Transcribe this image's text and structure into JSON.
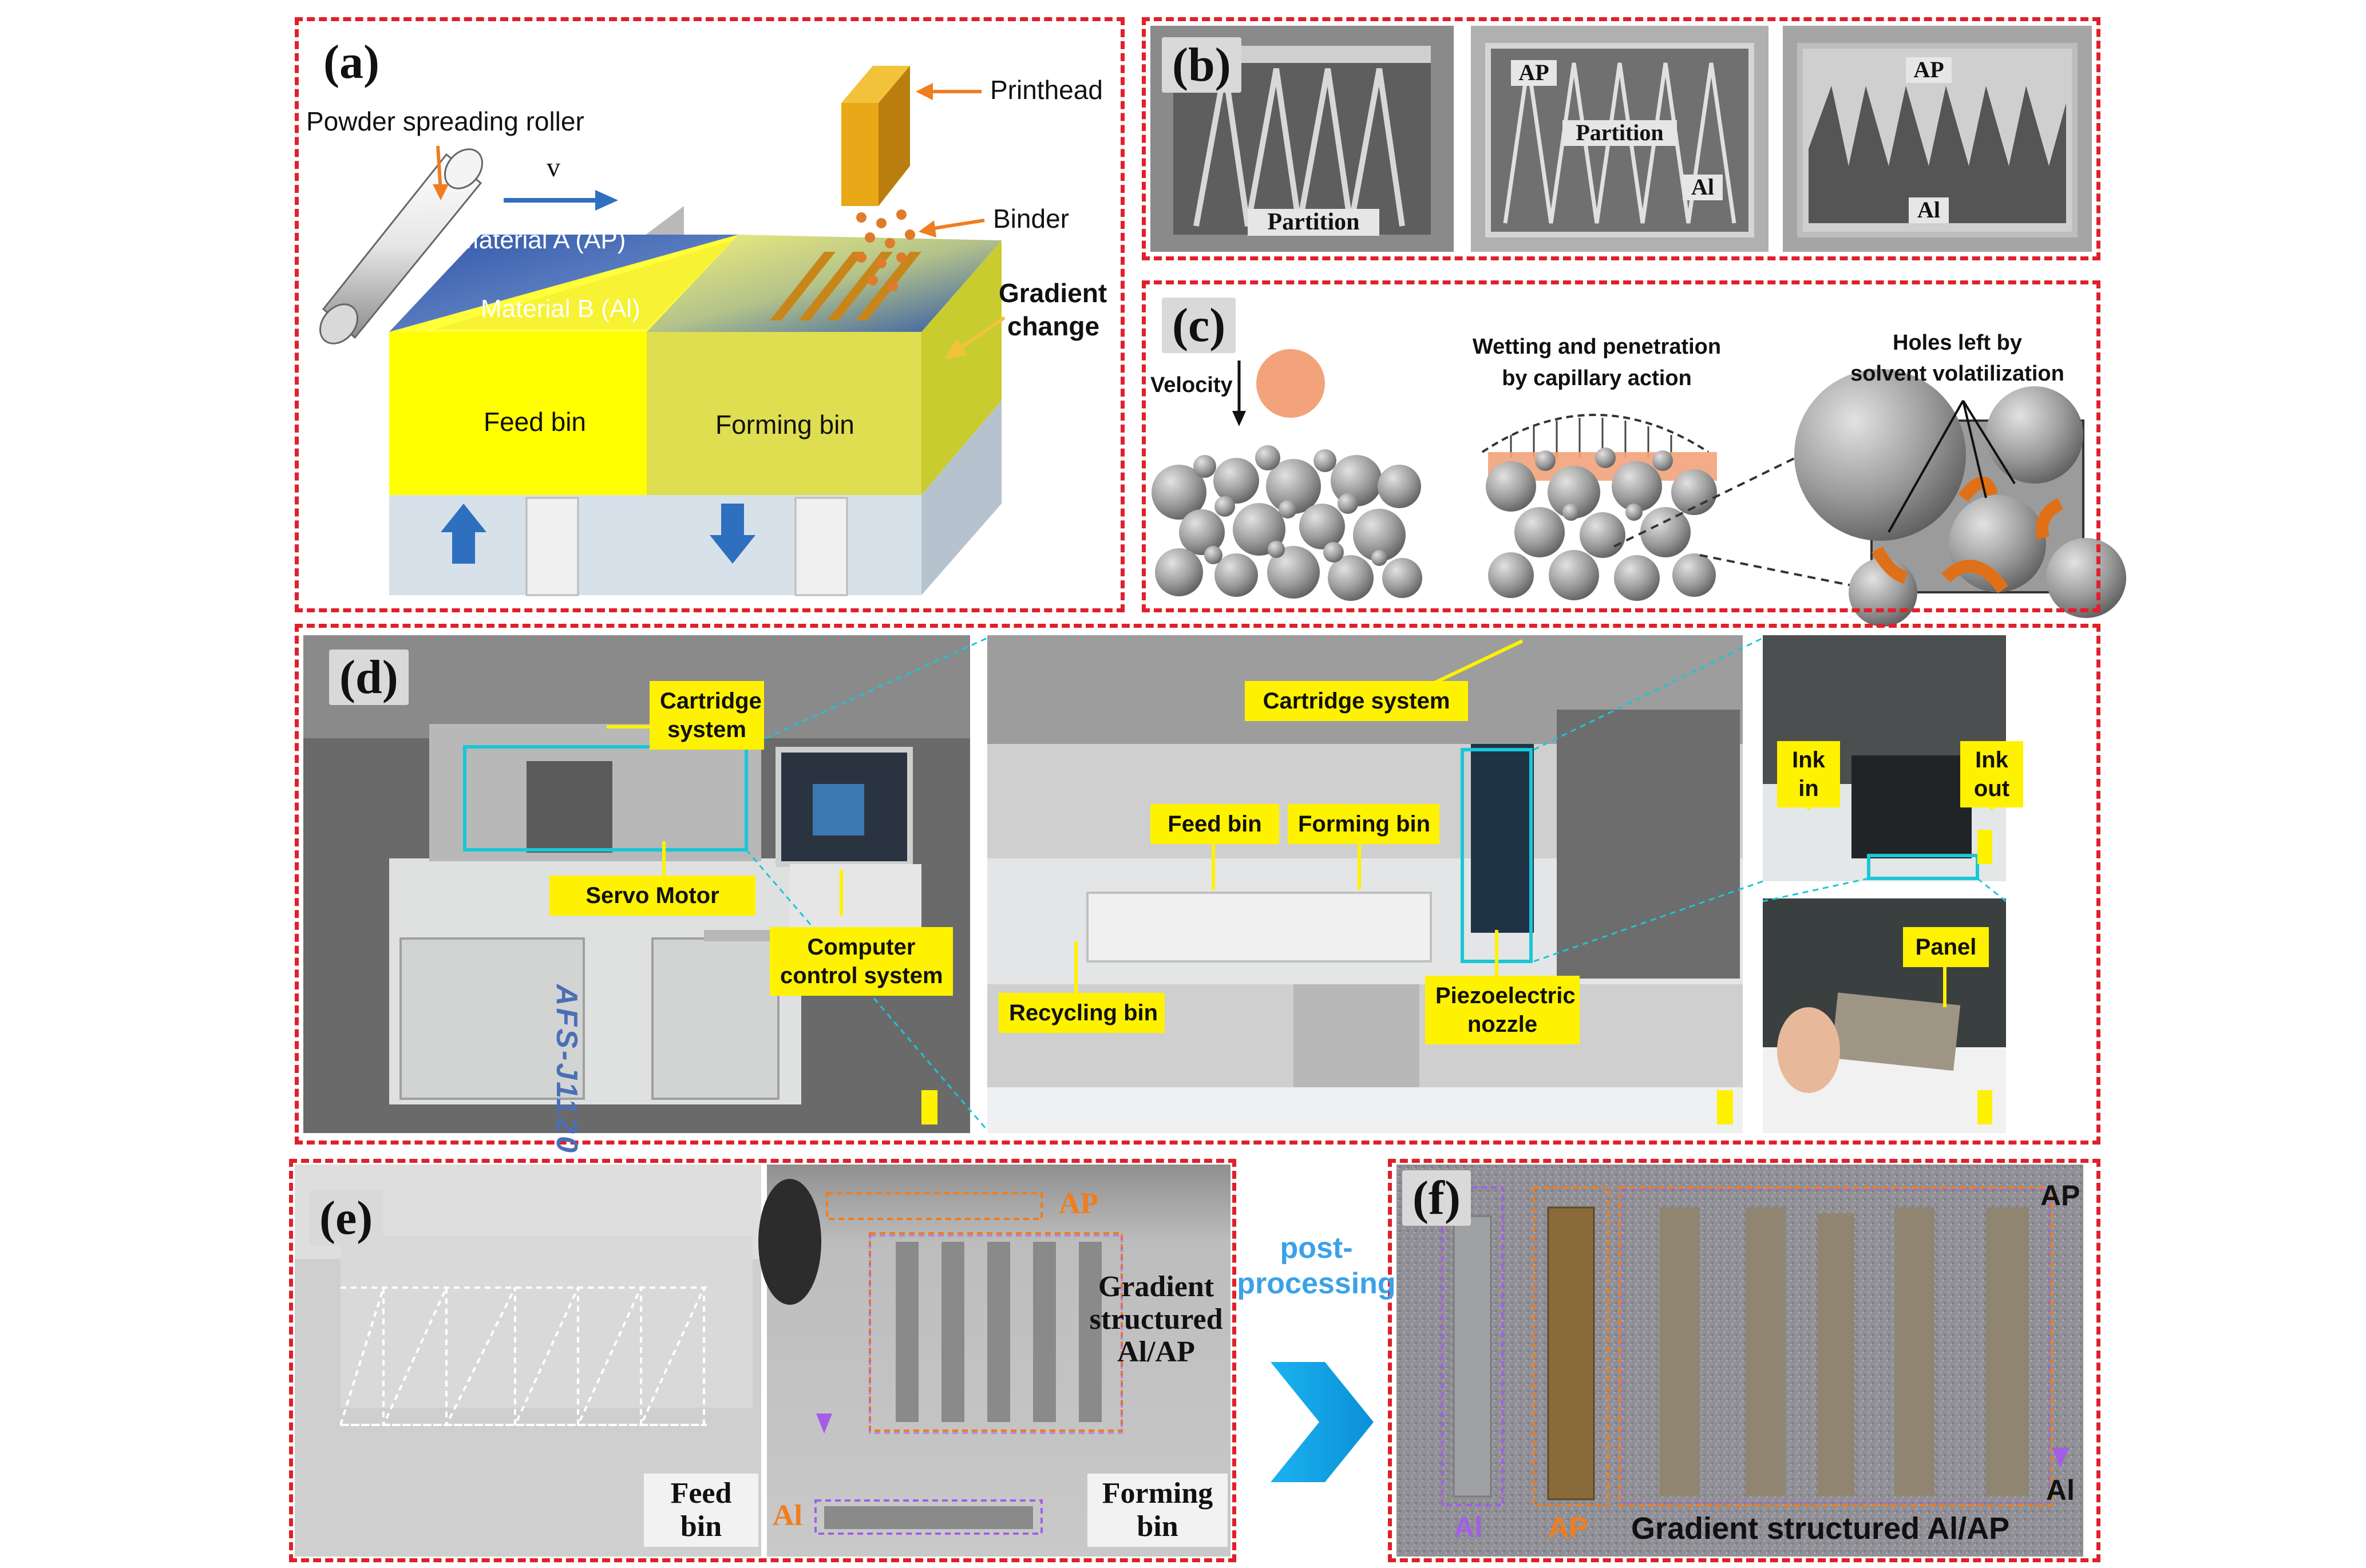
{
  "colors": {
    "panel_border": "#e0202a",
    "label_yellow": "#fff200",
    "ap_orange": "#f07d1e",
    "al_purple": "#a45ee5",
    "arrow_blue": "#1aa7ec",
    "callout_cyan": "#19c7d6"
  },
  "panel_a": {
    "label": "(a)",
    "roller": "Powder spreading roller",
    "velocity": "v",
    "printhead": "Printhead",
    "binder": "Binder",
    "material_a": "Material A (AP)",
    "material_b": "Material B (Al)",
    "gradient_line1": "Gradient",
    "gradient_line2": "change",
    "feed_bin": "Feed bin",
    "forming_bin": "Forming bin"
  },
  "panel_b": {
    "label": "(b)",
    "partition_1": "Partition",
    "ap_1": "AP",
    "partition_2": "Partition",
    "al_1": "Al",
    "ap_2": "AP",
    "al_2": "Al"
  },
  "panel_c": {
    "label": "(c)",
    "velocity": "Velocity",
    "wetting_line1": "Wetting and penetration",
    "wetting_line2": "by capillary action",
    "holes_line1": "Holes left by",
    "holes_line2": "solvent volatilization"
  },
  "panel_d": {
    "label": "(d)",
    "cartridge_line1": "Cartridge",
    "cartridge_line2": "system",
    "servo": "Servo Motor",
    "computer_line1": "Computer",
    "computer_line2": "control system",
    "machine_text": "AFS-J1120",
    "cartridge_2": "Cartridge system",
    "feed_bin": "Feed bin",
    "forming_bin": "Forming bin",
    "recycling_bin": "Recycling bin",
    "piezo_line1": "Piezoelectric",
    "piezo_line2": "nozzle",
    "ink_in_line1": "Ink",
    "ink_in_line2": "in",
    "ink_out_line1": "Ink",
    "ink_out_line2": "out",
    "panel": "Panel"
  },
  "panel_e": {
    "label": "(e)",
    "feed_line1": "Feed",
    "feed_line2": "bin",
    "forming_line1": "Forming",
    "forming_line2": "bin",
    "ap": "AP",
    "al": "Al",
    "gradient_line1": "Gradient",
    "gradient_line2": "structured",
    "gradient_line3": "Al/AP"
  },
  "post_line1": "post-",
  "post_line2": "processing",
  "panel_f": {
    "label": "(f)",
    "ap_top": "AP",
    "al_bottom": "Al",
    "al_label": "Al",
    "ap_label": "AP",
    "gradient_label": "Gradient structured Al/AP"
  }
}
